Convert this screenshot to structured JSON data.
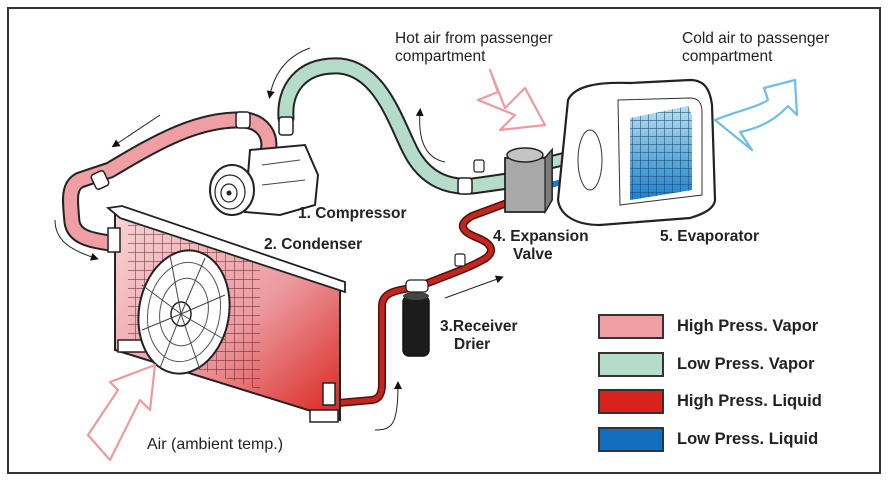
{
  "diagram": {
    "title_hint": "Automotive air conditioning refrigerant cycle",
    "components": [
      {
        "id": "compressor",
        "label": "1. Compressor"
      },
      {
        "id": "condenser",
        "label": "2. Condenser"
      },
      {
        "id": "receiver_drier",
        "label_line1": "3.Receiver",
        "label_line2": "Drier"
      },
      {
        "id": "expansion_valve",
        "label_line1": "4. Expansion",
        "label_line2": "Valve"
      },
      {
        "id": "evaporator",
        "label": "5. Evaporator"
      }
    ],
    "annotations": {
      "hot_air_line1": "Hot air from passenger",
      "hot_air_line2": "compartment",
      "cold_air_line1": "Cold air to passenger",
      "cold_air_line2": "compartment",
      "ambient_air": "Air (ambient temp.)"
    }
  },
  "legend": {
    "items": [
      {
        "label": "High Press. Vapor",
        "color": "#ef9ea4"
      },
      {
        "label": "Low Press. Vapor",
        "color": "#b5dcc8"
      },
      {
        "label": "High Press. Liquid",
        "color": "#d8231c"
      },
      {
        "label": "Low Press. Liquid",
        "color": "#136fbe"
      }
    ]
  },
  "colors": {
    "high_press_vapor": "#ef9ea4",
    "low_press_vapor": "#b5dcc8",
    "high_press_liquid": "#c1261f",
    "low_press_liquid": "#1a7bc8",
    "hot_air_arrow": "#ec9aa0",
    "cold_air_arrow": "#6fbde8",
    "outline": "#222222"
  }
}
